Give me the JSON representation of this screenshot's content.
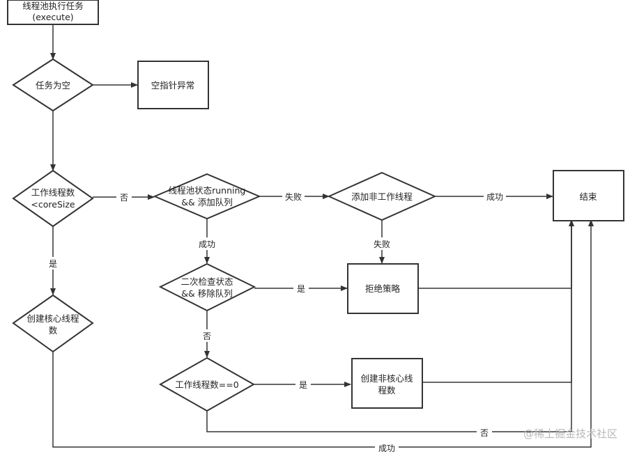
{
  "nodes": {
    "start": [
      "线程池执行任务",
      "(execute)"
    ],
    "task_null": [
      "任务为空"
    ],
    "npe": [
      "空指针异常"
    ],
    "core_check": [
      "工作线程数",
      "<coreSize"
    ],
    "running_queue": [
      "线程池状态running",
      "&& 添加队列"
    ],
    "add_worker": [
      "添加非工作线程"
    ],
    "end": [
      "结束"
    ],
    "recheck": [
      "二次检查状态",
      "&& 移除队列"
    ],
    "reject": [
      "拒绝策略"
    ],
    "create_core": [
      "创建核心线程",
      "数"
    ],
    "worker_zero": [
      "工作线程数==0"
    ],
    "create_noncore": [
      "创建非核心线",
      "程数"
    ]
  },
  "edge_labels": {
    "no_1": "否",
    "fail_1": "失败",
    "success_1": "成功",
    "yes_1": "是",
    "fail_2": "失败",
    "success_2": "成功",
    "yes_2": "是",
    "no_2": "否",
    "yes_3": "是",
    "no_3": "否",
    "success_3": "成功"
  },
  "watermark": "@稀土掘金技术社区",
  "colors": {
    "line": "#333333",
    "text": "#222222",
    "watermark": "#b8b8b8"
  }
}
